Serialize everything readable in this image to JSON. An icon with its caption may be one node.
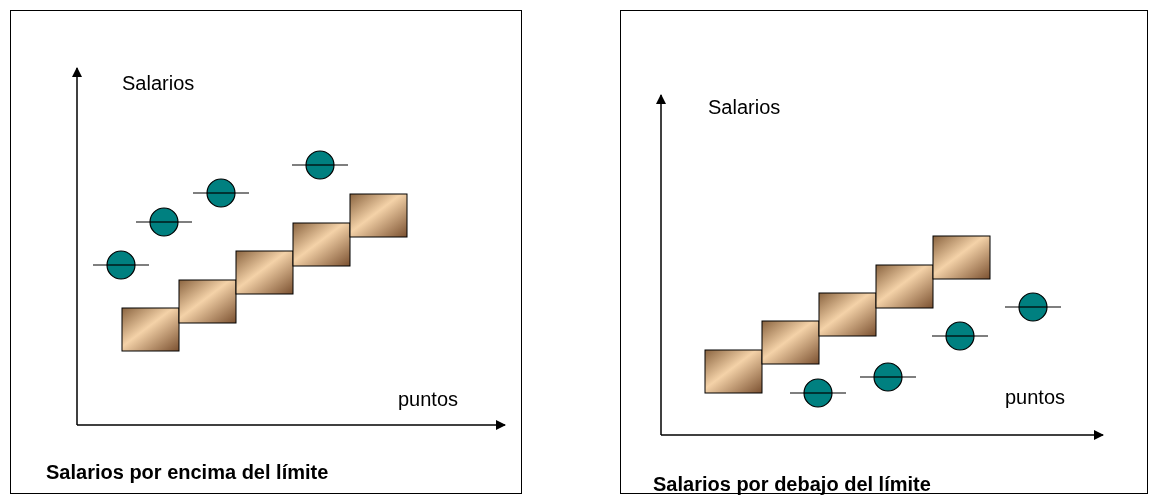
{
  "diagram": {
    "nodes": [
      {
        "text": [
          "Salarios por encima del límite"
        ]
      },
      {
        "text": [
          "Salarios por debajo del límite"
        ]
      }
    ],
    "labels": [
      "Salarios",
      "puntos",
      "Salarios",
      "puntos"
    ]
  }
}
